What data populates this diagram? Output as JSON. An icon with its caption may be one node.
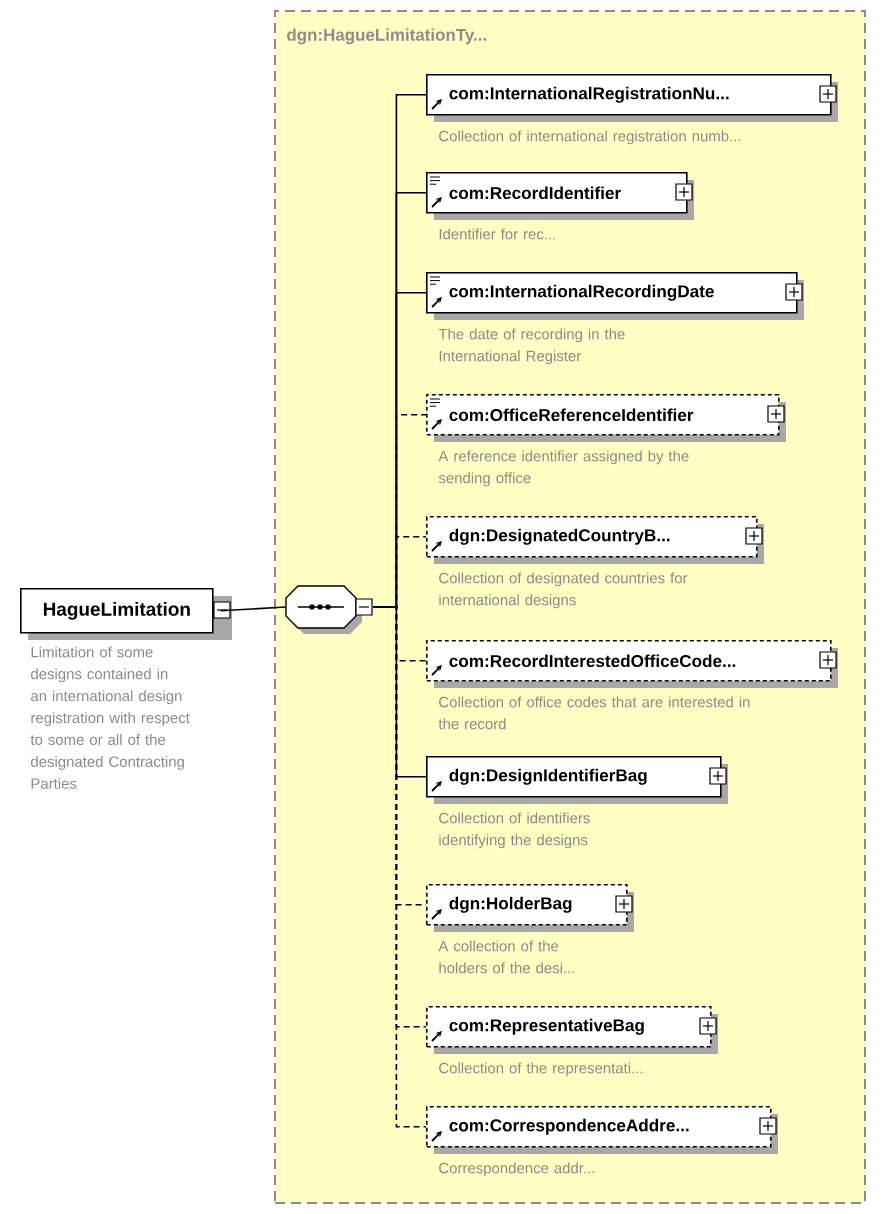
{
  "diagram": {
    "nodes": [
      {
        "text": [
          "dgn:HagueLimitationTy..."
        ]
      },
      {
        "text": [
          "HagueLimitation"
        ],
        "beside": [
          "Limitation of some designs contained in an international design registration with respect to some or all of the designated Contracting Parties"
        ]
      },
      {
        "text": [],
        "shape": "octagon",
        "in": 0
      },
      {
        "text": [
          "com:InternationalRegistrationNu..."
        ],
        "beside": [
          "Collection of international registration numb..."
        ],
        "in": 0
      },
      {
        "text": [
          "com:RecordIdentifier"
        ],
        "beside": [
          "Identifier for rec..."
        ],
        "in": 0
      },
      {
        "text": [
          "com:InternationalRecordingDate"
        ],
        "beside": [
          "The date of recording in the International Register"
        ],
        "in": 0
      },
      {
        "text": [
          "com:OfficeReferenceIdentifier"
        ],
        "beside": [
          "A reference identifier assigned by the sending office"
        ],
        "in": 0
      },
      {
        "text": [
          "dgn:DesignatedCountryB..."
        ],
        "beside": [
          "Collection of designated countries for international designs"
        ],
        "in": 0
      },
      {
        "text": [
          "com:RecordInterestedOfficeCode..."
        ],
        "beside": [
          "Collection of office codes that are interested in the record"
        ],
        "in": 0
      },
      {
        "text": [
          "dgn:DesignIdentifierBag"
        ],
        "beside": [
          "Collection of identifiers identifying the designs"
        ],
        "in": 0
      },
      {
        "text": [
          "dgn:HolderBag"
        ],
        "beside": [
          "A collection of the holders of the desi..."
        ],
        "in": 0
      },
      {
        "text": [
          "com:RepresentativeBag"
        ],
        "beside": [
          "Collection of the representati..."
        ],
        "in": 0
      },
      {
        "text": [
          "com:CorrespondenceAddre..."
        ],
        "beside": [
          "Correspondence addr..."
        ],
        "in": 0
      }
    ],
    "edges": [
      {
        "from": 1,
        "to": 2,
        "arrow": "none"
      },
      {
        "from": 2,
        "to": 3,
        "arrow": "none"
      },
      {
        "from": 2,
        "to": 4,
        "arrow": "none"
      },
      {
        "from": 2,
        "to": 5,
        "arrow": "none"
      },
      {
        "from": 2,
        "to": 6,
        "arrow": "none",
        "style": "dashed"
      },
      {
        "from": 2,
        "to": 7,
        "arrow": "none",
        "style": "dashed"
      },
      {
        "from": 2,
        "to": 8,
        "arrow": "none",
        "style": "dashed"
      },
      {
        "from": 2,
        "to": 9,
        "arrow": "none"
      },
      {
        "from": 2,
        "to": 10,
        "arrow": "none",
        "style": "dashed"
      },
      {
        "from": 2,
        "to": 11,
        "arrow": "none",
        "style": "dashed"
      },
      {
        "from": 2,
        "to": 12,
        "arrow": "none",
        "style": "dashed"
      }
    ]
  }
}
